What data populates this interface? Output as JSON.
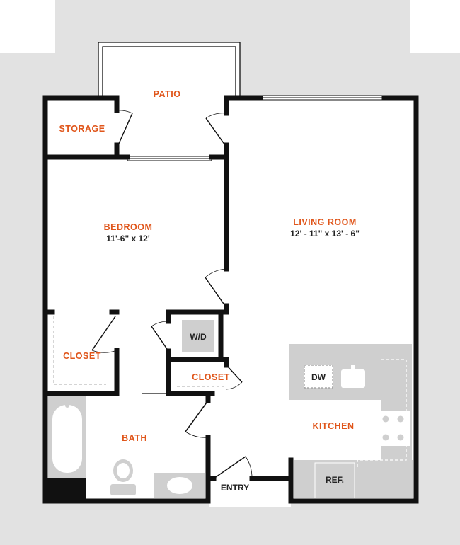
{
  "colors": {
    "wall": "#111111",
    "exterior": "#e2e2e2",
    "fixture": "#cfcfcf",
    "room_label": "#e0561b",
    "dim_label": "#222222",
    "floor": "#ffffff"
  },
  "rooms": {
    "patio": "PATIO",
    "storage": "STORAGE",
    "bedroom": "BEDROOM",
    "bedroom_dim": "11'-6\" x 12'",
    "living_room": "LIVING ROOM",
    "living_room_dim": "12' - 11\" x 13' - 6\"",
    "closet_bedroom": "CLOSET",
    "closet_hall": "CLOSET",
    "bath": "BATH",
    "kitchen": "KITCHEN"
  },
  "fixtures": {
    "washer_dryer": "W/D",
    "dishwasher": "DW",
    "refrigerator": "REF."
  },
  "labels": {
    "entry": "ENTRY"
  }
}
